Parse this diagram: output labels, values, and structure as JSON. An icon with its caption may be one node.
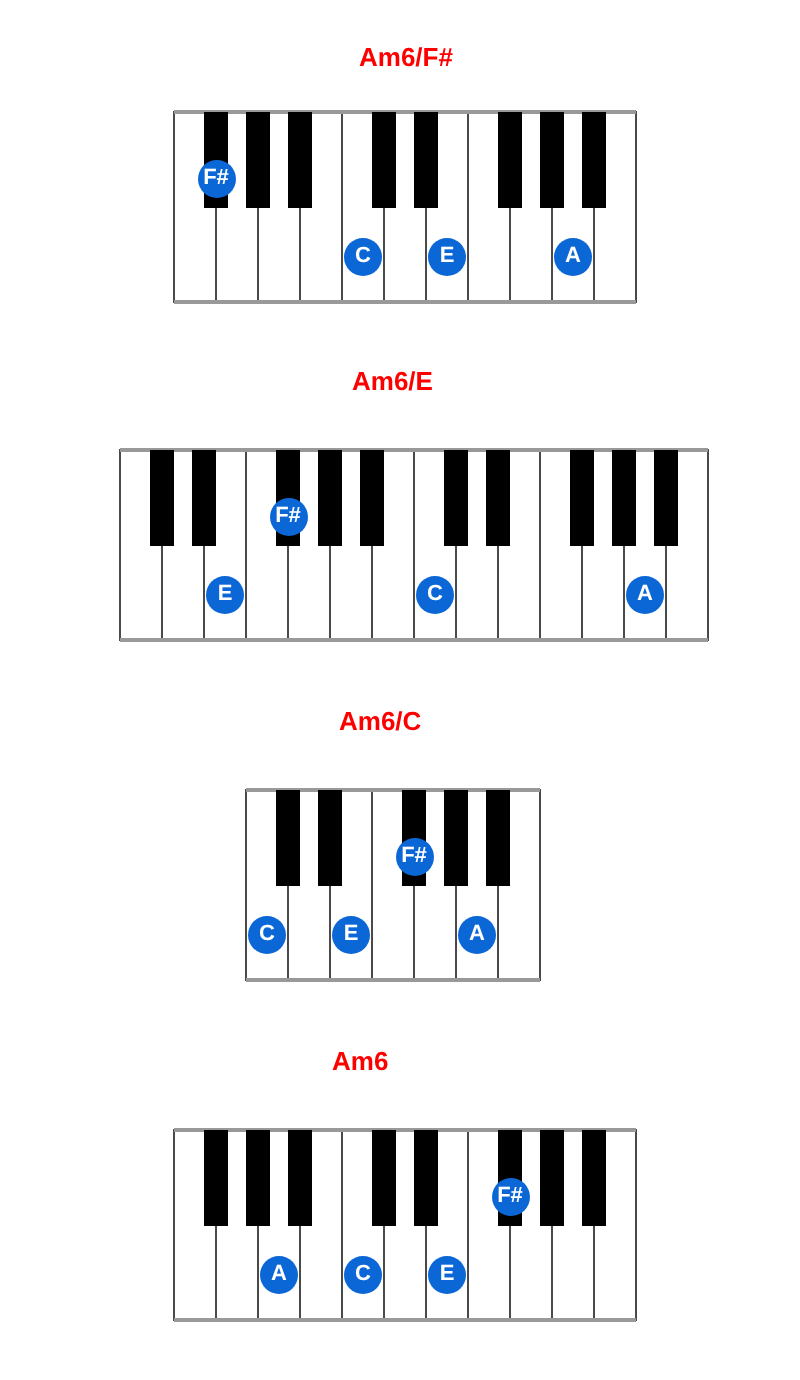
{
  "diagram": {
    "nodes": [
      {
        "text": [
          "Am6/F#"
        ]
      },
      {
        "text": [
          "F#"
        ],
        "in": 0
      },
      {
        "text": [
          "C"
        ],
        "in": 0
      },
      {
        "text": [
          "E"
        ],
        "in": 0
      },
      {
        "text": [
          "A"
        ],
        "in": 0
      },
      {
        "text": [
          "Am6/E"
        ]
      },
      {
        "text": [
          "E"
        ],
        "in": 5
      },
      {
        "text": [
          "F#"
        ],
        "in": 5
      },
      {
        "text": [
          "C"
        ],
        "in": 5
      },
      {
        "text": [
          "A"
        ],
        "in": 5
      },
      {
        "text": [
          "Am6/C"
        ]
      },
      {
        "text": [
          "C"
        ],
        "in": 10
      },
      {
        "text": [
          "E"
        ],
        "in": 10
      },
      {
        "text": [
          "F#"
        ],
        "in": 10
      },
      {
        "text": [
          "A"
        ],
        "in": 10
      },
      {
        "text": [
          "Am6"
        ]
      },
      {
        "text": [
          "A"
        ],
        "in": 15
      },
      {
        "text": [
          "C"
        ],
        "in": 15
      },
      {
        "text": [
          "E"
        ],
        "in": 15
      },
      {
        "text": [
          "F#"
        ],
        "in": 15
      }
    ]
  }
}
